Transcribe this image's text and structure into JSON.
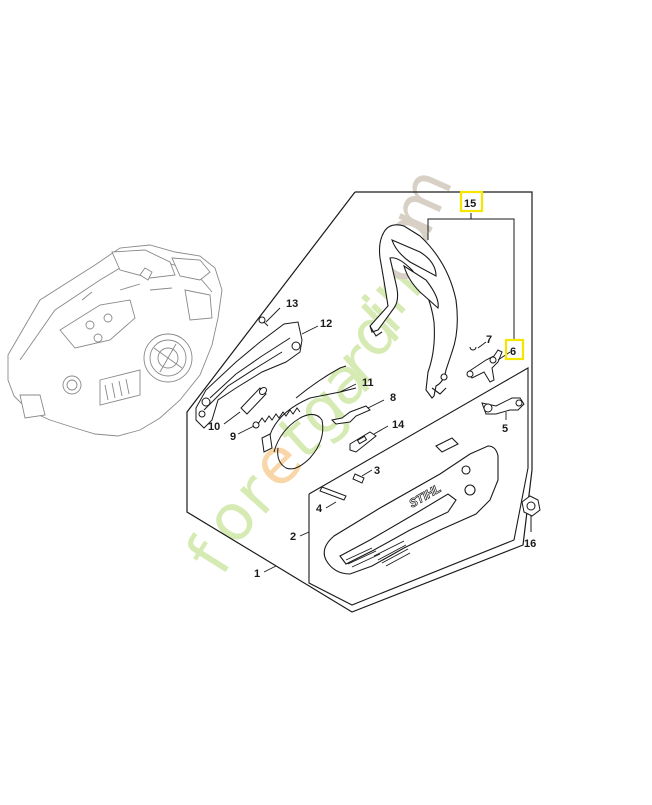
{
  "diagram": {
    "title": "",
    "brand_on_cover": "STIHL",
    "highlight_color": "#f5e600",
    "line_color": "#1a1a1a",
    "highlighted_parts": [
      "15",
      "6"
    ],
    "callouts": [
      {
        "id": "1",
        "label": "1"
      },
      {
        "id": "2",
        "label": "2"
      },
      {
        "id": "3",
        "label": "3"
      },
      {
        "id": "4",
        "label": "4"
      },
      {
        "id": "5",
        "label": "5"
      },
      {
        "id": "6",
        "label": "6"
      },
      {
        "id": "7",
        "label": "7"
      },
      {
        "id": "8",
        "label": "8"
      },
      {
        "id": "9",
        "label": "9"
      },
      {
        "id": "10",
        "label": "10"
      },
      {
        "id": "11",
        "label": "11"
      },
      {
        "id": "12",
        "label": "12"
      },
      {
        "id": "13",
        "label": "13"
      },
      {
        "id": "14",
        "label": "14"
      },
      {
        "id": "15",
        "label": "15"
      },
      {
        "id": "16",
        "label": "16"
      }
    ]
  },
  "watermark": {
    "text_green": "foretgard",
    "text_orange_letter": "e",
    "text_tail": "in.com",
    "green": "#c8e6a0",
    "orange": "#f8c890",
    "taupe": "#c9bfb2"
  }
}
